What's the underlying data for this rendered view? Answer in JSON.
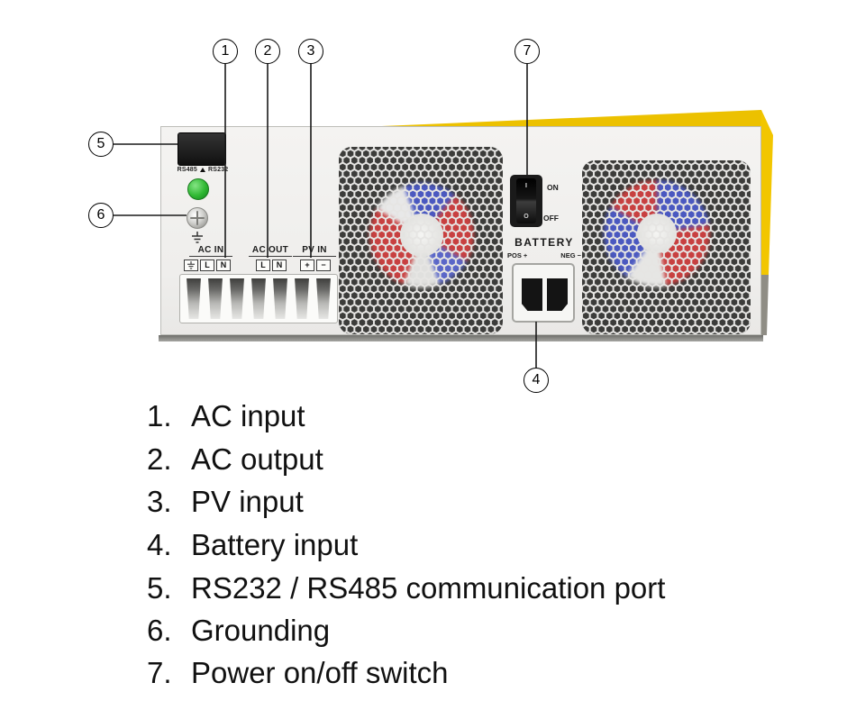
{
  "callouts": [
    {
      "num": "1"
    },
    {
      "num": "2"
    },
    {
      "num": "3"
    },
    {
      "num": "4"
    },
    {
      "num": "5"
    },
    {
      "num": "6"
    },
    {
      "num": "7"
    }
  ],
  "device": {
    "rs_left": "RS485",
    "rs_right": "RS232",
    "ac_in": "AC IN",
    "ac_out": "AC OUT",
    "pv_in": "PV IN",
    "terminals": [
      "L",
      "N",
      "L",
      "N",
      "+",
      "−"
    ],
    "battery": "BATTERY",
    "pos": "POS +",
    "neg": "NEG −",
    "on": "ON",
    "off": "OFF",
    "rocker_i": "I",
    "rocker_o": "O"
  },
  "legend": [
    {
      "num": "1.",
      "text": "AC input"
    },
    {
      "num": "2.",
      "text": "AC output"
    },
    {
      "num": "3.",
      "text": "PV input"
    },
    {
      "num": "4.",
      "text": "Battery input"
    },
    {
      "num": "5.",
      "text": "RS232 / RS485 communication port"
    },
    {
      "num": "6.",
      "text": "Grounding"
    },
    {
      "num": "7.",
      "text": "Power on/off switch"
    }
  ],
  "colors": {
    "chassis_yellow": "#eec200",
    "panel_gray": "#efeeec",
    "fan_red": "#c84040",
    "fan_blue": "#4a58c0",
    "button_green": "#2fb832",
    "mesh_dark": "#3c3c3a"
  }
}
